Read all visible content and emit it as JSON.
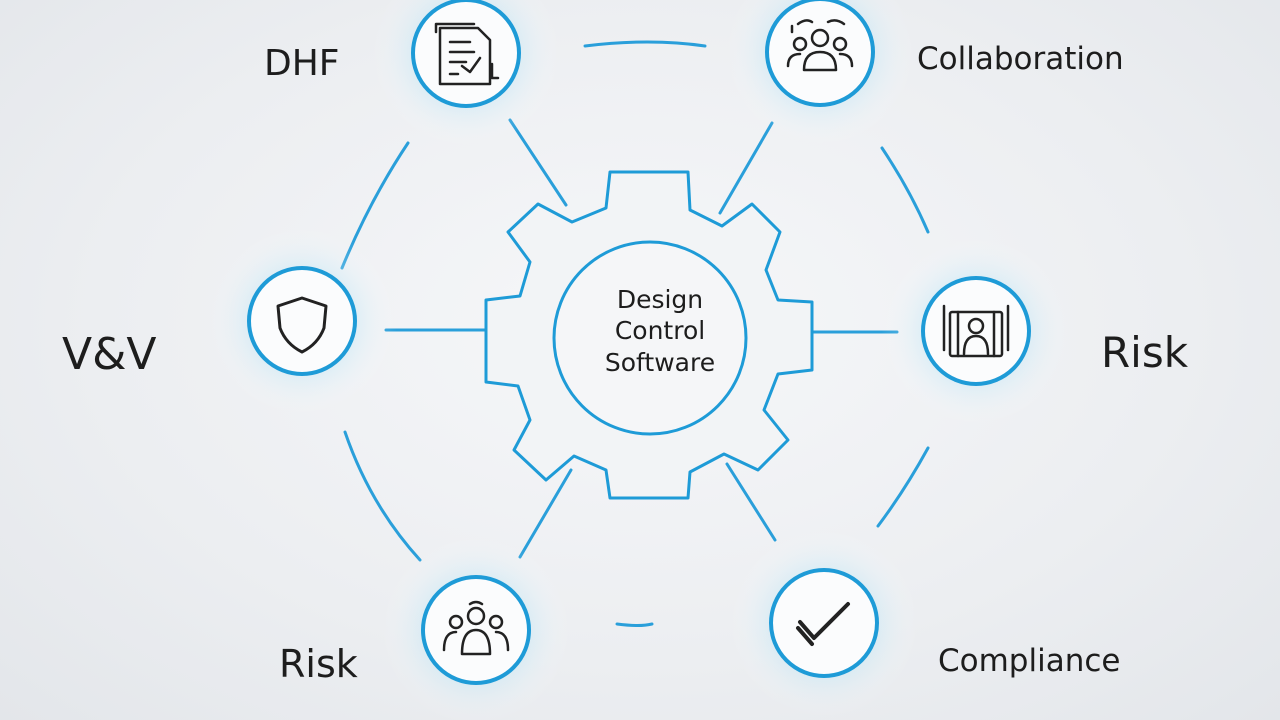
{
  "center": {
    "lines": [
      "Design",
      "Control",
      "Software"
    ]
  },
  "nodes": {
    "dhf": {
      "label": "DHF",
      "icon": "document-checklist-icon"
    },
    "collaboration": {
      "label": "Collaboration",
      "icon": "team-collaboration-icon"
    },
    "vv": {
      "label": "V&V",
      "icon": "shield-icon"
    },
    "risk_right": {
      "label": "Risk",
      "icon": "risk-matrix-people-icon"
    },
    "risk_bottom": {
      "label": "Risk",
      "icon": "people-group-icon"
    },
    "compliance": {
      "label": "Compliance",
      "icon": "checkmark-icon"
    }
  },
  "colors": {
    "accent": "#1e9bd7",
    "glow": "#7fd0f2",
    "icon_stroke": "#222222",
    "background": "#eceef1"
  }
}
